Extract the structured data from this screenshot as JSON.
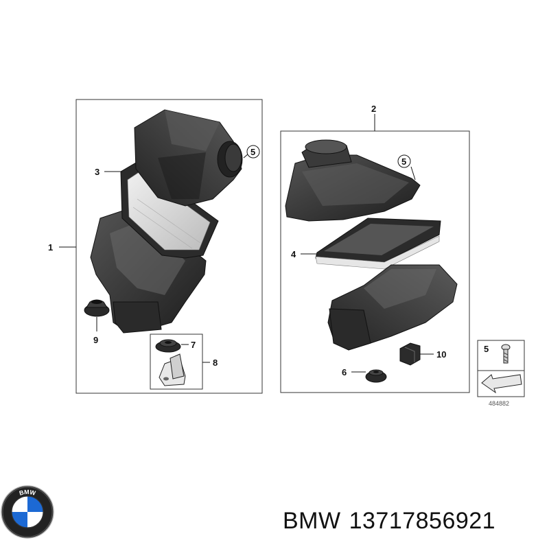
{
  "callouts": {
    "c1": "1",
    "c2": "2",
    "c3": "3",
    "c4": "4",
    "c5a": "5",
    "c5b": "5",
    "c5c": "5",
    "c6": "6",
    "c7": "7",
    "c8": "8",
    "c9": "9",
    "c10": "10"
  },
  "diagram_id": "484882",
  "footer": {
    "brand": "BMW",
    "part_number": "13717856921"
  },
  "logo_text": "BMW",
  "colors": {
    "plastic_dark": "#2f2f2f",
    "plastic_mid": "#4a4a4a",
    "filter_light": "#d9d9d9",
    "bmw_blue": "#1c69d4"
  }
}
